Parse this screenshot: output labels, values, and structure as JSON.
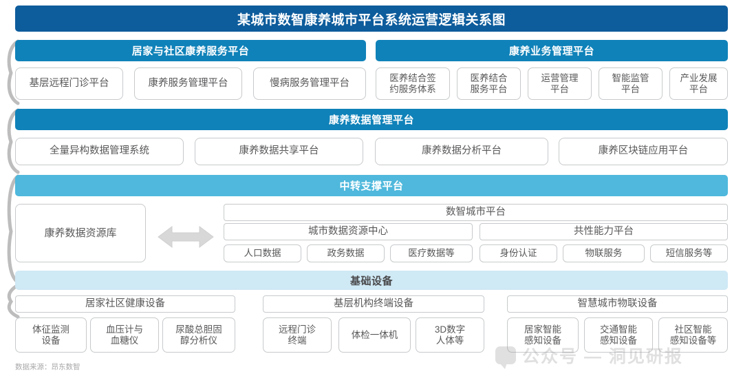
{
  "title": "某城市数智康养城市平台系统运营逻辑关系图",
  "colors": {
    "title_bar": "#0d5c9c",
    "section_blue": "#0f82b9",
    "transfer_blue": "#4fb8dc",
    "infra_blue": "#cfe9f5",
    "card_border": "#c7c9cb",
    "card_text": "#58585a",
    "brace_gray": "#bdbdbd",
    "arrow_gray": "#d4d4d4"
  },
  "sections": {
    "home_community": {
      "header": "居家与社区康养服务平台",
      "items": [
        "基层远程门诊平台",
        "康养服务管理平台",
        "慢病服务管理平台"
      ]
    },
    "business_mgmt": {
      "header": "康养业务管理平台",
      "items": [
        "医养结合签\n约服务体系",
        "医养结合\n服务平台",
        "运营管理\n平台",
        "智能监管\n平台",
        "产业发展\n平台"
      ]
    },
    "data_mgmt": {
      "header": "康养数据管理平台",
      "items": [
        "全量异构数据管理系统",
        "康养数据共享平台",
        "康养数据分析平台",
        "康养区块链应用平台"
      ]
    },
    "transfer": {
      "header": "中转支撑平台",
      "left_box": "康养数据资源库",
      "arrow_icon": "double-arrow-icon",
      "smart_city": {
        "header": "数智城市平台",
        "groups": [
          {
            "header": "城市数据资源中心",
            "items": [
              "人口数据",
              "政务数据",
              "医疗数据等"
            ]
          },
          {
            "header": "共性能力平台",
            "items": [
              "身份认证",
              "物联服务",
              "短信服务等"
            ]
          }
        ]
      }
    },
    "infrastructure": {
      "header": "基础设备",
      "groups": [
        {
          "header": "居家社区健康设备",
          "items": [
            "体征监测\n设备",
            "血压计与\n血糖仪",
            "尿酸总胆固\n醇分析仪"
          ]
        },
        {
          "header": "基层机构终端设备",
          "items": [
            "远程门诊\n终端",
            "体检一体机",
            "3D数字\n人体等"
          ]
        },
        {
          "header": "智慧城市物联设备",
          "items": [
            "居家智能\n感知设备",
            "交通智能\n感知设备",
            "社区智能\n感知设备等"
          ]
        }
      ]
    }
  },
  "footer": {
    "source": "数据来源：昂东数智"
  },
  "watermark": {
    "icon": "speech-bubble-icon",
    "text": "公众号 — 洞见研报"
  }
}
